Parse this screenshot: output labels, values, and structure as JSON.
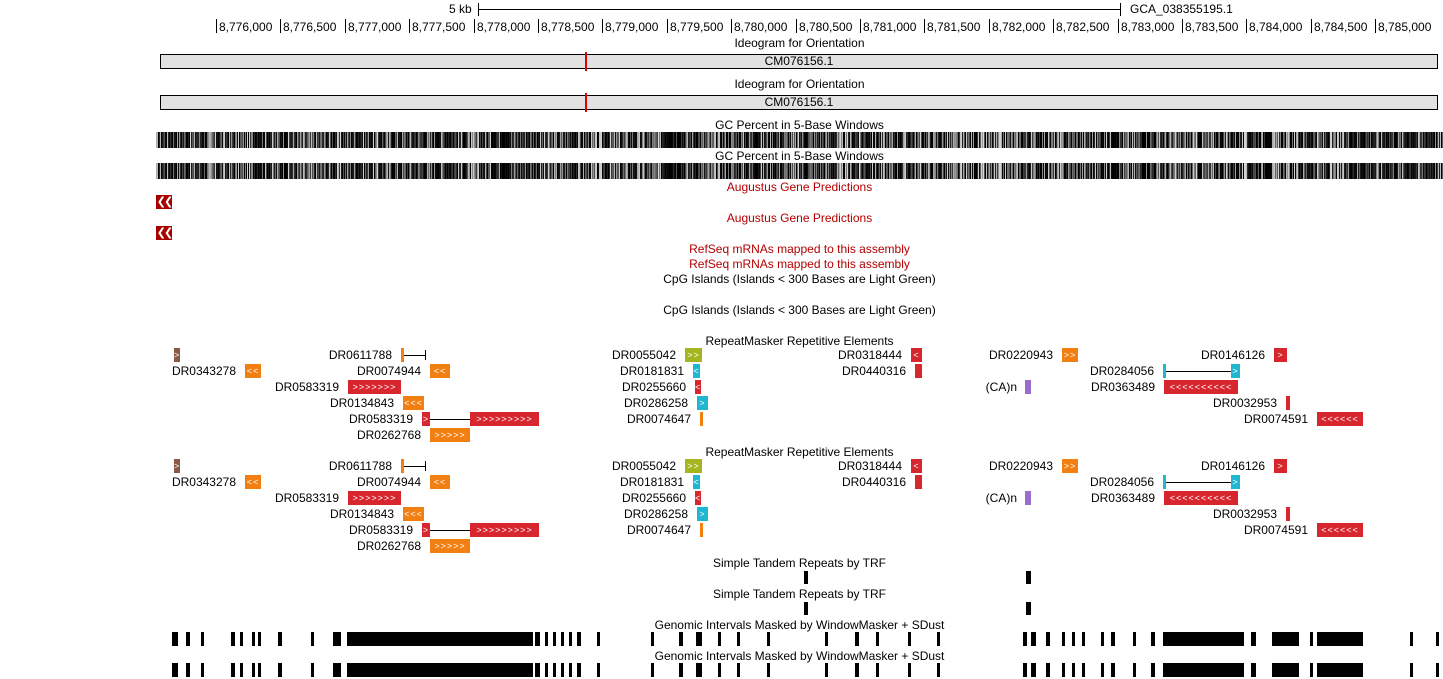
{
  "browser": {
    "scale_label": "5 kb",
    "assembly_label": "GCA_038355195.1",
    "ruler_ticks": [
      "8,776,000",
      "8,776,500",
      "8,777,000",
      "8,777,500",
      "8,778,000",
      "8,778,500",
      "8,779,000",
      "8,779,500",
      "8,780,000",
      "8,780,500",
      "8,781,000",
      "8,781,500",
      "8,782,000",
      "8,782,500",
      "8,783,000",
      "8,783,500",
      "8,784,000",
      "8,784,500",
      "8,785,000"
    ],
    "ideogram": {
      "title": "Ideogram for Orientation",
      "chrom": "CM076156.1",
      "mark_color": "#e00000"
    },
    "gc_title": "GC Percent in 5-Base Windows",
    "augustus_title": "Augustus Gene Predictions",
    "augustus_icon": "double-left-arrow-icon",
    "refseq_title": "RefSeq mRNAs mapped to this assembly",
    "cpg_title": "CpG Islands (Islands < 300 Bases are Light Green)",
    "rmsk_title": "RepeatMasker Repetitive Elements",
    "trf_title": "Simple Tandem Repeats by TRF",
    "wm_title": "Genomic Intervals Masked by WindowMasker + SDust",
    "colors": {
      "red": "#b30000",
      "rmsk_red": "#d8262f",
      "rmsk_orange": "#f27f12",
      "rmsk_cyan": "#1fb6d0",
      "rmsk_olive": "#a6b51f",
      "rmsk_purple": "#9a6ccc",
      "rmsk_brown": "#8b5a44"
    },
    "rmsk_items": [
      {
        "name": "",
        "color": "brown"
      },
      {
        "name": "DR0343278",
        "color": "orange"
      },
      {
        "name": "DR0611788",
        "color": "orange"
      },
      {
        "name": "DR0074944",
        "color": "orange"
      },
      {
        "name": "DR0583319",
        "color": "red"
      },
      {
        "name": "DR0134843",
        "color": "orange"
      },
      {
        "name": "DR0583319",
        "color": "red"
      },
      {
        "name": "DR0262768",
        "color": "orange"
      },
      {
        "name": "DR0055042",
        "color": "olive"
      },
      {
        "name": "DR0181831",
        "color": "cyan"
      },
      {
        "name": "DR0255660",
        "color": "red"
      },
      {
        "name": "DR0286258",
        "color": "cyan"
      },
      {
        "name": "DR0074647",
        "color": "orange"
      },
      {
        "name": "DR0318444",
        "color": "red"
      },
      {
        "name": "DR0440316",
        "color": "red"
      },
      {
        "name": "DR0220943",
        "color": "orange"
      },
      {
        "name": "(CA)n",
        "color": "purple"
      },
      {
        "name": "DR0146126",
        "color": "red"
      },
      {
        "name": "DR0284056",
        "color": "cyan"
      },
      {
        "name": "DR0363489",
        "color": "red"
      },
      {
        "name": "DR0032953",
        "color": "red"
      },
      {
        "name": "DR0074591",
        "color": "red"
      }
    ]
  }
}
